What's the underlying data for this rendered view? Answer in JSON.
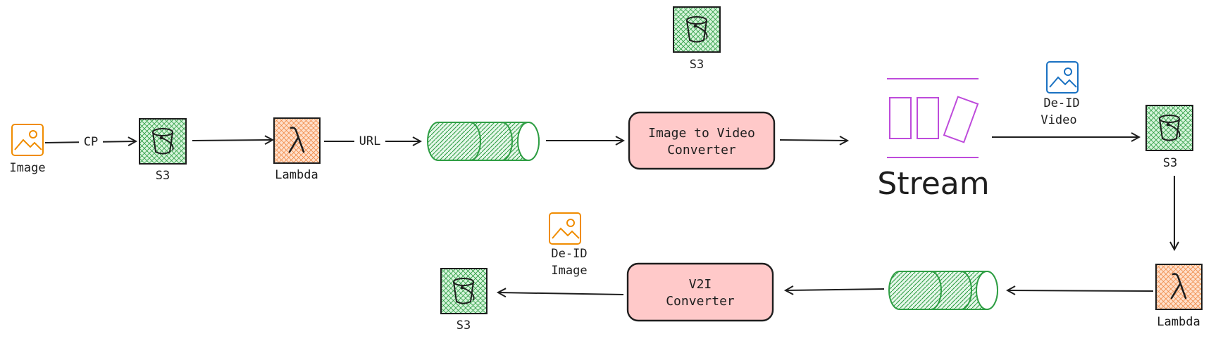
{
  "labels": {
    "image_in": "Image",
    "cp": "CP",
    "s3": "S3",
    "lambda": "Lambda",
    "url": "URL",
    "converter_line1": "Image to Video",
    "converter_line2": "Converter",
    "stream": "Stream",
    "deid_video_line1": "De-ID",
    "deid_video_line2": "Video",
    "v2i_line1": "V2I",
    "v2i_line2": "Converter",
    "deid_image_line1": "De-ID",
    "deid_image_line2": "Image"
  },
  "icons": {
    "image": "image-icon",
    "s3": "s3-bucket-icon",
    "lambda": "lambda-icon",
    "queue": "queue-cylinder-icon",
    "stream": "stream-icon"
  },
  "colors": {
    "s3_fill": "#d8f5dd",
    "s3_hatch": "#2f9e44",
    "lambda_fill": "#ffe0cc",
    "lambda_hatch": "#f08c4a",
    "process_fill": "#ffc9c9",
    "image_orange": "#f08c00",
    "image_blue": "#1971c2",
    "stream_purple": "#be4bdb",
    "stroke": "#1e1e1e"
  }
}
